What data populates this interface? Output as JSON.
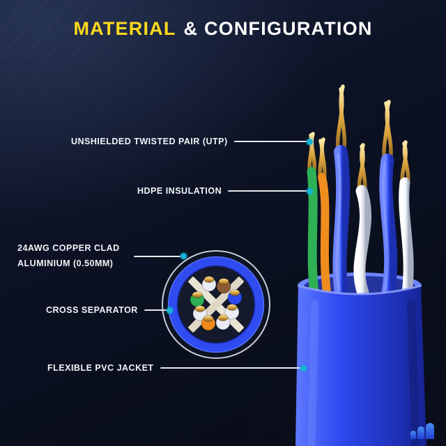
{
  "title": {
    "highlight": "MATERIAL",
    "rest": "& CONFIGURATION"
  },
  "callouts": [
    {
      "text": "UNSHIELDED TWISTED PAIR (UTP)"
    },
    {
      "text": "HDPE INSULATION"
    },
    {
      "text": "24AWG COPPER CLAD ALUMINIUM (0.50MM)"
    },
    {
      "text": "CROSS SEPARATOR"
    },
    {
      "text": "FLEXIBLE PVC JACKET"
    }
  ],
  "diagram": {
    "subject": "UTP network cable with exposed twisted pairs and cross-section inset",
    "wire_colors": [
      "green",
      "orange",
      "blue",
      "brown",
      "white"
    ],
    "colors": {
      "accent_yellow": "#ffd91c",
      "jacket_blue": "#2e4af0",
      "copper_gold": "#d9a33c",
      "callout_dot": "#15b3d4",
      "background": "#0a101f"
    }
  }
}
